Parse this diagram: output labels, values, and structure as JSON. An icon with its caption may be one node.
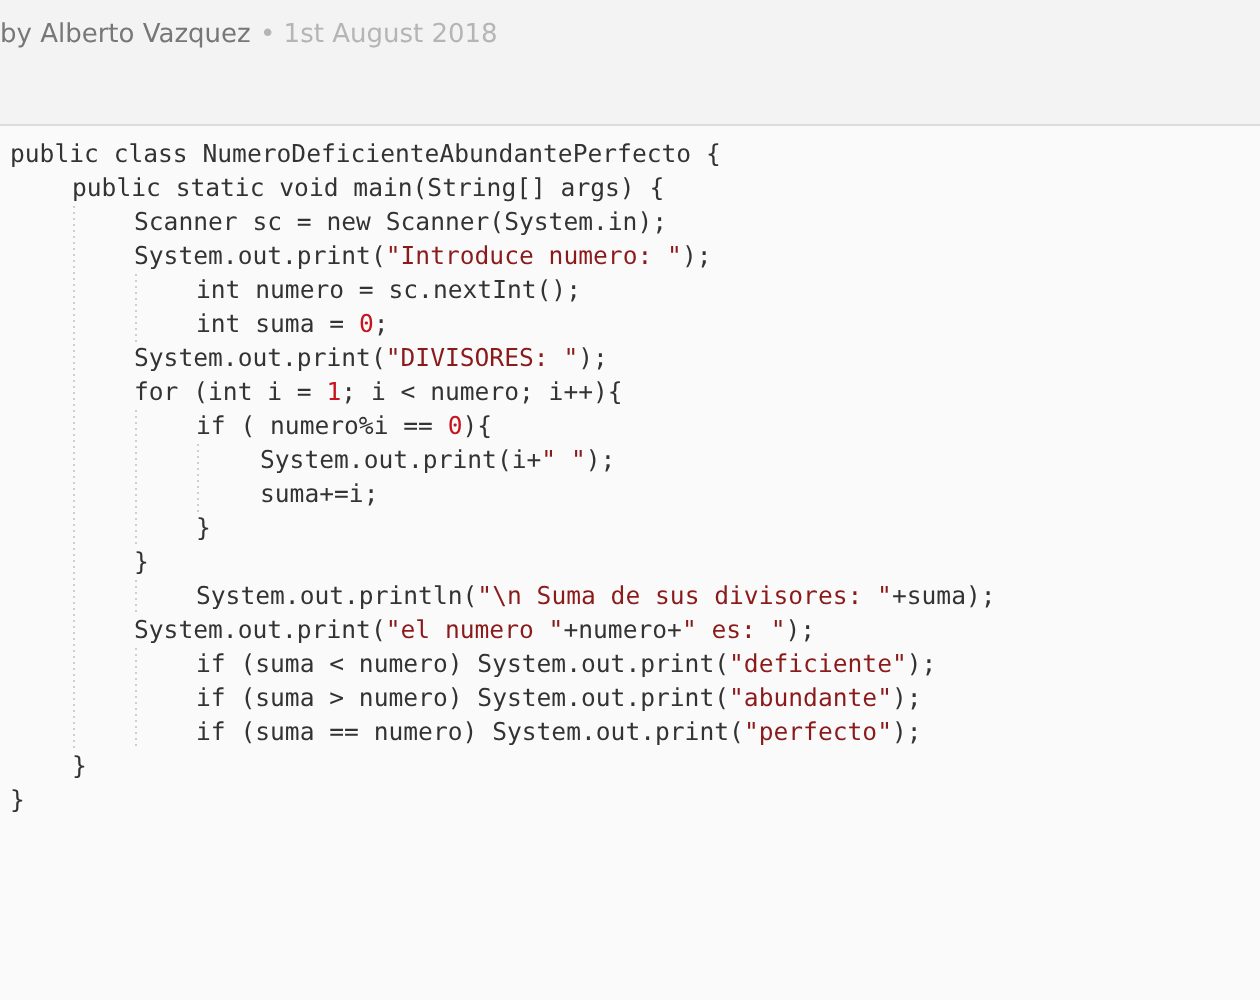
{
  "diagram": {
    "labels": [
      "by Alberto Vazquez",
      "• 1st August 2018",
      "public class NumeroDeficienteAbundantePerfecto {",
      "public static void main(String[] args) {",
      "Scanner sc = new Scanner(System.in);",
      "System.out.print(\"Introduce numero: \");",
      "int numero = sc.nextInt();",
      "int suma = 0;",
      "System.out.print(\"DIVISORES: \");",
      "for (int i = 1; i < numero; i++){",
      "if ( numero%i == 0){",
      "System.out.print(i+\" \");",
      "suma+=i;",
      "}",
      "}",
      "System.out.println(\"\\n Suma de sus divisores: \"+suma);",
      "System.out.print(\"el numero \"+numero+\" es: \");",
      "if (suma < numero) System.out.print(\"deficiente\");",
      "if (suma > numero) System.out.print(\"abundante\");",
      "if (suma == numero) System.out.print(\"perfecto\");",
      "}",
      "}"
    ]
  }
}
